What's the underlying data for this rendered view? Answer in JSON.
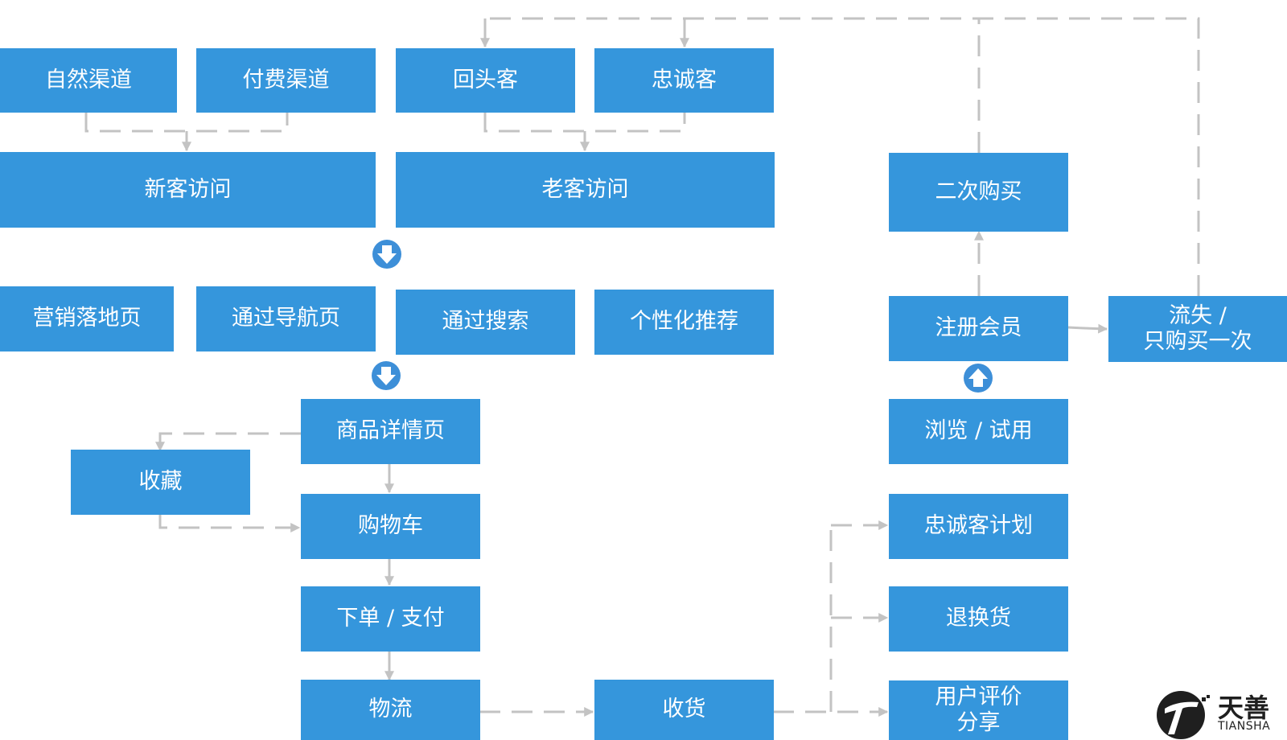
{
  "nodes": {
    "natural": "自然渠道",
    "paid": "付费渠道",
    "returning": "回头客",
    "loyal": "忠诚客",
    "new_visit": "新客访问",
    "old_visit": "老客访问",
    "landing": "营销落地页",
    "nav": "通过导航页",
    "search": "通过搜索",
    "personal": "个性化推荐",
    "detail": "商品详情页",
    "favorite": "收藏",
    "cart": "购物车",
    "order": "下单 / 支付",
    "logistics": "物流",
    "receive": "收货",
    "loyal_plan": "忠诚客计划",
    "returns": "退换货",
    "review": "用户评价\n分享",
    "browse": "浏览 / 试用",
    "register": "注册会员",
    "second": "二次购买",
    "churn": "流失 /\n只购买一次"
  },
  "logo": {
    "name": "天善",
    "latin": "TIANSHA"
  },
  "colors": {
    "node_fill": "#3596dc",
    "node_text": "#ffffff",
    "connector": "#c3c3c3"
  }
}
